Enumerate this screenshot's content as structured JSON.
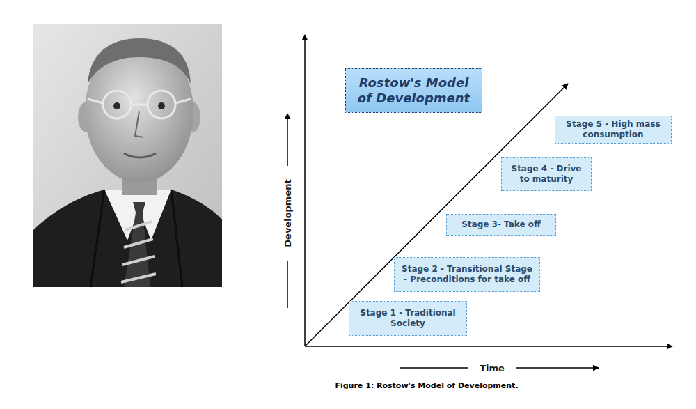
{
  "diagram": {
    "caption": "Figure 1: Rostow's Model of Development.",
    "nodes": [
      {
        "text": [
          "Rostow's Model of Development"
        ]
      },
      {
        "text": [
          "Stage 5 - High mass consumption"
        ]
      },
      {
        "text": [
          "Stage 4 - Drive to maturity"
        ]
      },
      {
        "text": [
          "Stage 3- Take off"
        ]
      },
      {
        "text": [
          "Stage 2 - Transitional Stage - Preconditions for take off"
        ]
      },
      {
        "text": [
          "Stage 1 - Traditional Society"
        ]
      }
    ],
    "labels": [
      "Development",
      "Time"
    ]
  }
}
